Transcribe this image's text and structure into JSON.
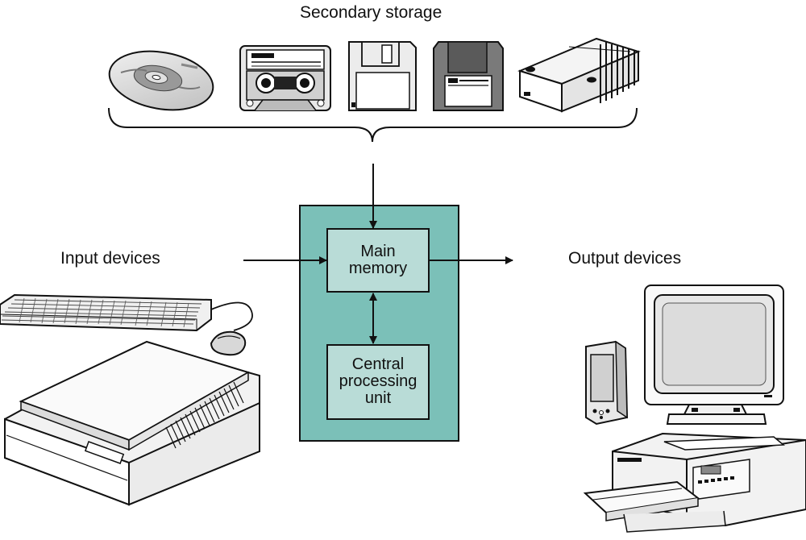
{
  "labels": {
    "secondary_storage": "Secondary storage",
    "input_devices": "Input devices",
    "output_devices": "Output devices"
  },
  "blocks": {
    "main_memory_line1": "Main",
    "main_memory_line2": "memory",
    "cpu_line1": "Central",
    "cpu_line2": "processing",
    "cpu_line3": "unit"
  },
  "devices": {
    "storage": [
      "cd-disc-icon",
      "cassette-tape-icon",
      "floppy-disk-icon",
      "zip-disk-icon",
      "external-drive-icon"
    ],
    "input": [
      "keyboard-icon",
      "mouse-icon",
      "scanner-icon"
    ],
    "output": [
      "pda-icon",
      "monitor-icon",
      "printer-icon"
    ]
  },
  "colors": {
    "computer_fill": "#7bc0b8",
    "block_fill": "#b9dcd7",
    "line": "#111111"
  }
}
